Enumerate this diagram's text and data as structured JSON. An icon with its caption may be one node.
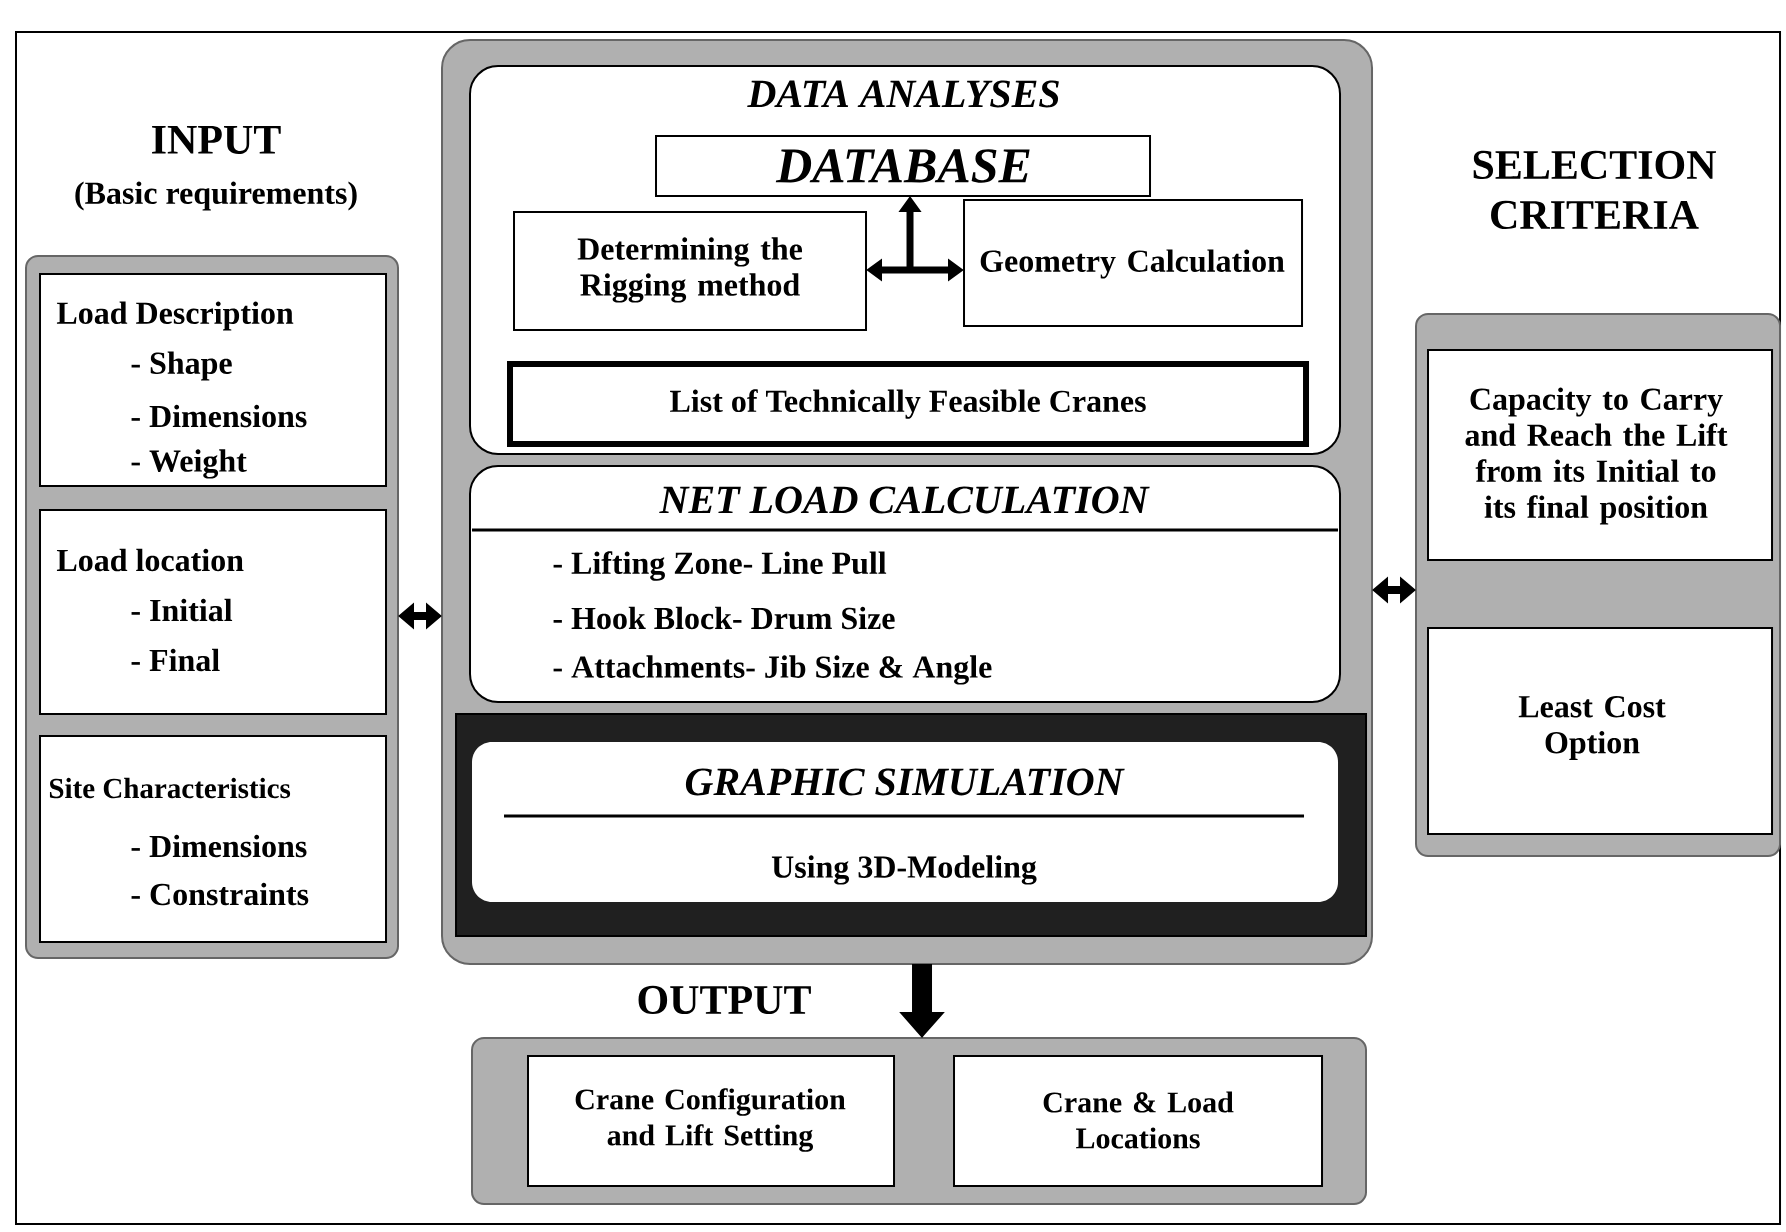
{
  "diagram": {
    "nodes": [
      {
        "text": [
          "INPUT",
          "(Basic requirements)"
        ]
      },
      {
        "text": [
          "Load Description",
          "- Shape",
          "- Dimensions",
          "- Weight"
        ],
        "in": 0
      },
      {
        "text": [
          "Load location",
          "- Initial",
          "- Final"
        ],
        "in": 0
      },
      {
        "text": [
          "Site Characteristics",
          "- Dimensions",
          "- Constraints"
        ],
        "in": 0
      },
      {
        "text": [],
        "shape": "box"
      },
      {
        "text": [
          "DATA ANALYSES"
        ],
        "in": 4
      },
      {
        "text": [
          "DATABASE"
        ],
        "in": 5
      },
      {
        "text": [
          "Determining the Rigging method"
        ],
        "in": 5
      },
      {
        "text": [
          "Geometry Calculation"
        ],
        "in": 5
      },
      {
        "text": [
          "List of Technically Feasible Cranes"
        ],
        "in": 5
      },
      {
        "text": [
          "NET LOAD CALCULATION",
          "- Lifting Zone- Line Pull",
          "- Hook Block- Drum Size",
          "- Attachments- Jib Size & Angle"
        ],
        "in": 4
      },
      {
        "text": [
          "GRAPHIC SIMULATION",
          "Using 3D-Modeling"
        ],
        "in": 4
      },
      {
        "text": [
          "SELECTION CRITERIA"
        ]
      },
      {
        "text": [
          "Capacity to Carry and Reach the Lift from its Initial to its final position"
        ],
        "in": 12
      },
      {
        "text": [
          "Least Cost Option"
        ],
        "in": 12
      },
      {
        "text": [
          "OUTPUT"
        ]
      },
      {
        "text": [
          "Crane Configuration and Lift Setting"
        ],
        "in": 15
      },
      {
        "text": [
          "Crane & Load Locations"
        ],
        "in": 15
      }
    ],
    "edges": [
      {
        "from": 0,
        "to": 4,
        "arrow": "both"
      },
      {
        "from": 4,
        "to": 12,
        "arrow": "both"
      },
      {
        "from": 4,
        "to": 15,
        "arrow": "to",
        "style": "thick"
      },
      {
        "from": 7,
        "to": 8,
        "arrow": "both"
      },
      {
        "from": null,
        "to": 6,
        "arrow": "to"
      }
    ]
  }
}
